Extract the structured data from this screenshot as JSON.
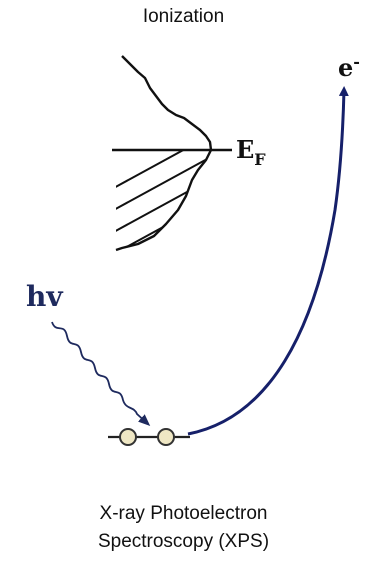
{
  "title": "Ionization",
  "labels": {
    "fermi_main": "E",
    "fermi_sub": "F",
    "electron_main": "e",
    "electron_sup": "-",
    "photon": "hv"
  },
  "caption": {
    "line1": "X-ray Photoelectron",
    "line2": "Spectroscopy (XPS)"
  },
  "colors": {
    "text": "#111111",
    "photon": "#1e2a5e",
    "electron_arrow": "#16206a",
    "orbital_fill": "#efe7c4",
    "orbital_stroke": "#333333"
  }
}
